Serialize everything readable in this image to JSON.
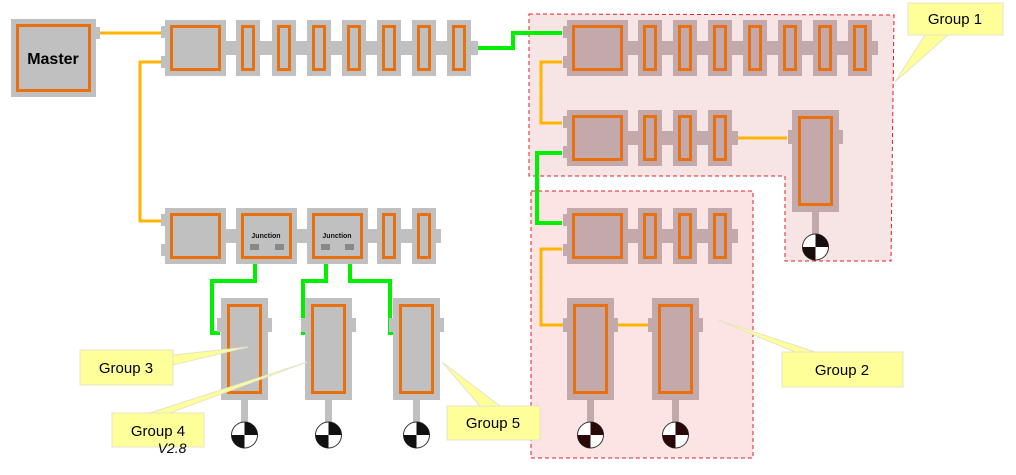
{
  "master": {
    "label": "Master"
  },
  "junctions": [
    "Junction",
    "Junction"
  ],
  "callouts": {
    "group1": "Group 1",
    "group2": "Group 2",
    "group3": "Group 3",
    "group4": "Group 4",
    "group5": "Group 5"
  },
  "version": "V2.8",
  "colors": {
    "module": "#c0c0c0",
    "module_in_group": "#c3a9a9",
    "frame": "#e8700f",
    "power_line": "#ffb400",
    "data_line": "#00f000",
    "group_fill_1": "#f7e4e4",
    "group_fill_2": "#fde4e4",
    "group_border": "#e0202a",
    "callout_fill": "#ffff99"
  }
}
